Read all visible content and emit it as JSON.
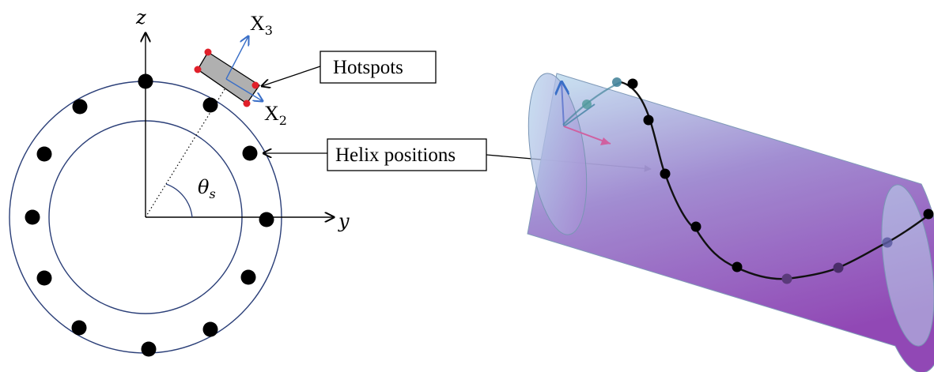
{
  "axes": {
    "z_label": "z",
    "y_label": "y",
    "angle_symbol": "θ",
    "angle_subscript": "s"
  },
  "local_axes": {
    "x3_main": "X",
    "x3_sub": "3",
    "x2_main": "X",
    "x2_sub": "2"
  },
  "callouts": {
    "hotspots": "Hotspots",
    "helix_positions": "Helix positions"
  },
  "colors": {
    "ring": "#2b3f78",
    "hotspot_dot": "#e0202a",
    "patch_fill": "#b0b0b0",
    "local_axis": "#3a6fc7",
    "cylinder_light": "#b8dcef",
    "cylinder_dark": "#8a52b8",
    "helix": "#111111"
  }
}
